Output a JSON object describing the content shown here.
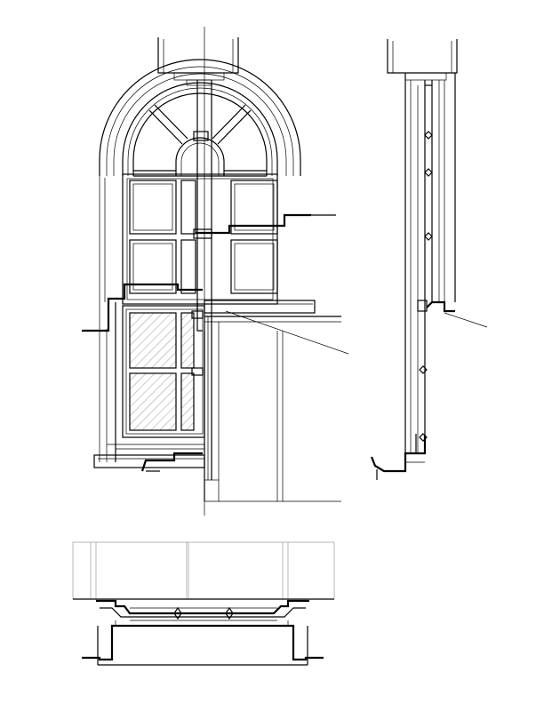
{
  "drawing": {
    "sheet_color": "#ffffff",
    "line_color": "#000000",
    "hatch_color": "#555555",
    "grey_line_color": "#9a9a9a",
    "views": [
      {
        "id": "window-elevation",
        "description_name": "arched-window-half-elevation-half-section"
      },
      {
        "id": "side-section",
        "description_name": "vertical-jamb-section"
      },
      {
        "id": "plan-section",
        "description_name": "horizontal-sill-plan-section"
      }
    ],
    "callouts": 4
  }
}
